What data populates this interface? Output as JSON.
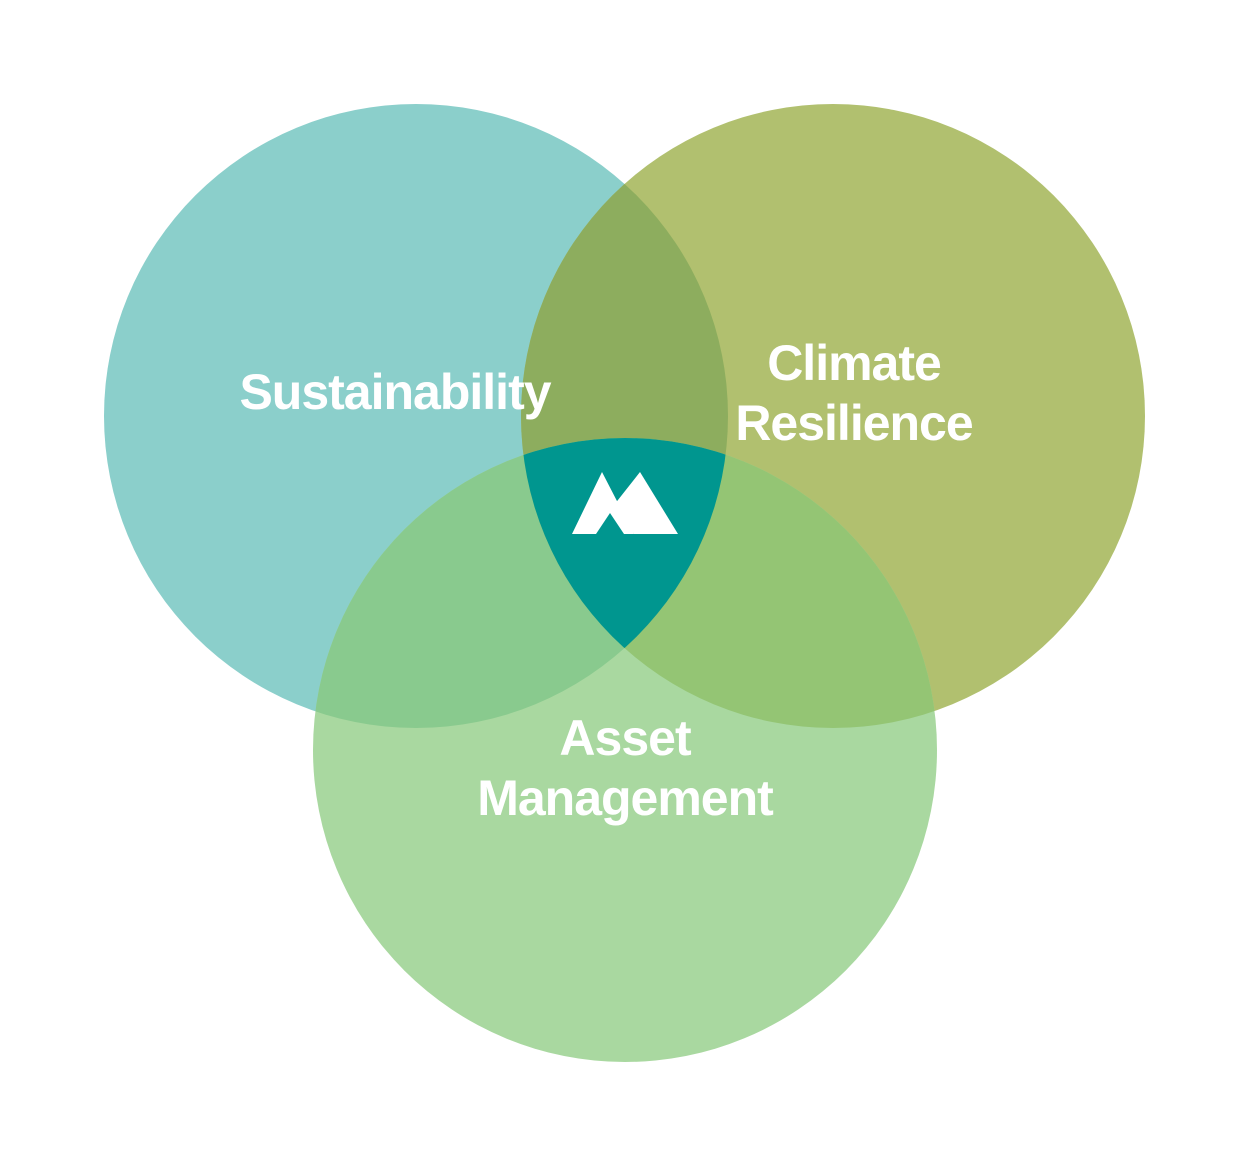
{
  "diagram": {
    "sets": [
      {
        "id": "sustainability",
        "lines": [
          "Sustainability"
        ],
        "color": "#8BCFCB"
      },
      {
        "id": "climate",
        "lines": [
          "Climate",
          "Resilience"
        ],
        "color": "#B1C06F"
      },
      {
        "id": "asset",
        "lines": [
          "Asset",
          "Management"
        ],
        "color": "#A9D8A0"
      }
    ],
    "overlap_colors": {
      "sustainability_climate": "#8DAD5E",
      "sustainability_asset": "#89CA8E",
      "climate_asset": "#94C574",
      "center": "#00968F"
    },
    "logo": {
      "name": "mountain-m-logo",
      "color": "#FFFFFF"
    }
  }
}
